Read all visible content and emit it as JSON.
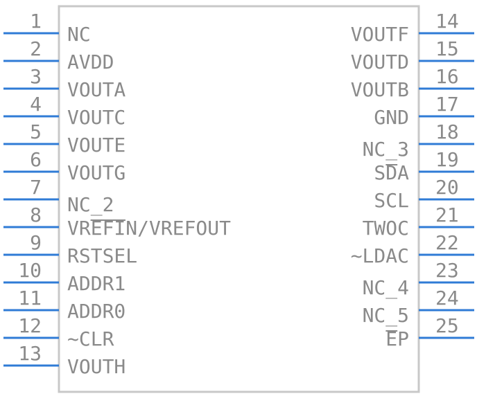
{
  "component": {
    "left_pins": [
      {
        "number": "1",
        "name": "NC"
      },
      {
        "number": "2",
        "name": "AVDD"
      },
      {
        "number": "3",
        "name": "VOUTA"
      },
      {
        "number": "4",
        "name": "VOUTC"
      },
      {
        "number": "5",
        "name": "VOUTE"
      },
      {
        "number": "6",
        "name": "VOUTG"
      },
      {
        "number": "7",
        "name": "NC_2"
      },
      {
        "number": "8",
        "name": "VREFIN/VREFOUT"
      },
      {
        "number": "9",
        "name": "RSTSEL"
      },
      {
        "number": "10",
        "name": "ADDR1"
      },
      {
        "number": "11",
        "name": "ADDR0"
      },
      {
        "number": "12",
        "name": "~CLR"
      },
      {
        "number": "13",
        "name": "VOUTH"
      }
    ],
    "right_pins": [
      {
        "number": "14",
        "name": "VOUTF"
      },
      {
        "number": "15",
        "name": "VOUTD"
      },
      {
        "number": "16",
        "name": "VOUTB"
      },
      {
        "number": "17",
        "name": "GND"
      },
      {
        "number": "18",
        "name": "NC_3"
      },
      {
        "number": "19",
        "name": "SDA"
      },
      {
        "number": "20",
        "name": "SCL"
      },
      {
        "number": "21",
        "name": "TWOC"
      },
      {
        "number": "22",
        "name": "~LDAC"
      },
      {
        "number": "23",
        "name": "NC_4"
      },
      {
        "number": "24",
        "name": "NC_5"
      },
      {
        "number": "25",
        "name": "EP"
      }
    ]
  },
  "colors": {
    "pin_line": "#2f7bd6",
    "body_outline": "#c8c8c8",
    "text": "#8a8a8a"
  }
}
